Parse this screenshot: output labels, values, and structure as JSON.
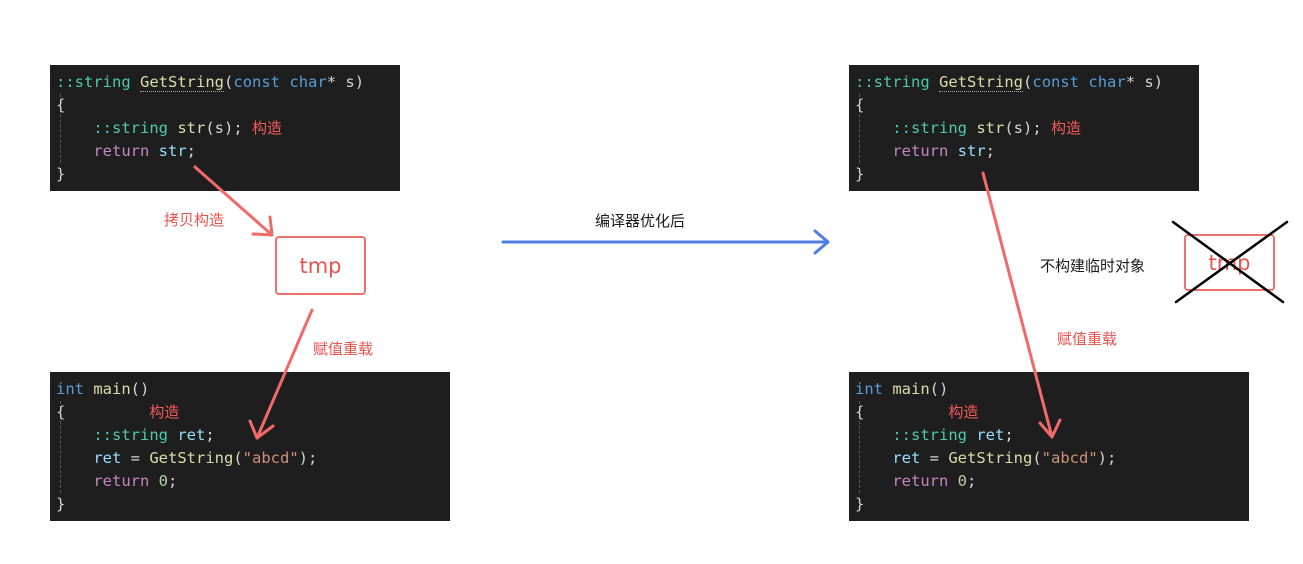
{
  "left_panel": {
    "func_code": {
      "sig_ns": "::",
      "sig_type": "string",
      "sig_fn": "GetString",
      "sig_paren": "(",
      "sig_const": "const",
      "sig_char": "char",
      "sig_rest": "* s)",
      "open_brace": "{",
      "l1_ns": "::",
      "l1_type": "string",
      "l1_var": "str",
      "l1_rest": "(s);",
      "l1_anno": "构造",
      "l2_ret": "return",
      "l2_var": "str",
      "l2_rest": ";",
      "close_brace": "}"
    },
    "copy_label": "拷贝构造",
    "tmp_label": "tmp",
    "assign_label": "赋值重载",
    "main_code": {
      "sig_int": "int",
      "sig_fn": "main",
      "sig_rest": "()",
      "open_brace": "{",
      "anno": "构造",
      "l1_ns": "::",
      "l1_type": "string",
      "l1_var": "ret",
      "l1_rest": ";",
      "l2_var": "ret",
      "l2_eq": " = ",
      "l2_fn": "GetString",
      "l2_open": "(",
      "l2_str": "\"abcd\"",
      "l2_close": ");",
      "l3_ret": "return",
      "l3_num": "0",
      "l3_rest": ";",
      "close_brace": "}"
    }
  },
  "middle": {
    "optimize_label": "编译器优化后"
  },
  "right_panel": {
    "func_code": {
      "sig_ns": "::",
      "sig_type": "string",
      "sig_fn": "GetString",
      "sig_paren": "(",
      "sig_const": "const",
      "sig_char": "char",
      "sig_rest": "* s)",
      "open_brace": "{",
      "l1_ns": "::",
      "l1_type": "string",
      "l1_var": "str",
      "l1_rest": "(s);",
      "l1_anno": "构造",
      "l2_ret": "return",
      "l2_var": "str",
      "l2_rest": ";",
      "close_brace": "}"
    },
    "no_temp_label": "不构建临时对象",
    "tmp_label": "tmp",
    "assign_label": "赋值重载",
    "main_code": {
      "sig_int": "int",
      "sig_fn": "main",
      "sig_rest": "()",
      "open_brace": "{",
      "anno": "构造",
      "l1_ns": "::",
      "l1_type": "string",
      "l1_var": "ret",
      "l1_rest": ";",
      "l2_var": "ret",
      "l2_eq": " = ",
      "l2_fn": "GetString",
      "l2_open": "(",
      "l2_str": "\"abcd\"",
      "l2_close": ");",
      "l3_ret": "return",
      "l3_num": "0",
      "l3_rest": ";",
      "close_brace": "}"
    }
  },
  "colors": {
    "arrow_red": "#f06a6a",
    "arrow_blue": "#4d7fe3",
    "code_bg": "#1e1e1e"
  }
}
